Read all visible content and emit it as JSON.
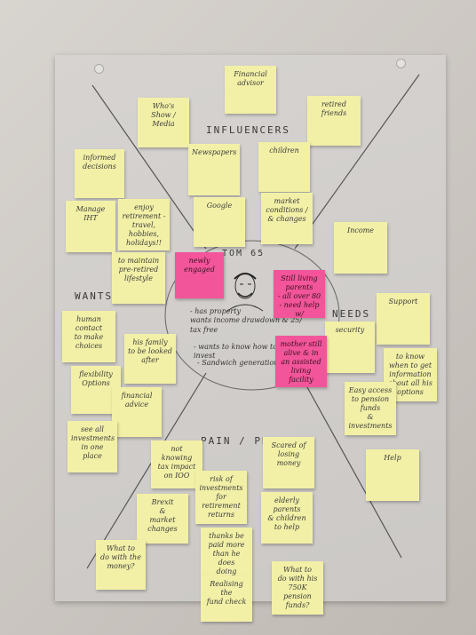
{
  "sections": {
    "influencers": "INFLUENCERS",
    "wants": "WANTS",
    "needs": "NEEDS",
    "pain": "PAIN / PROBLEM",
    "persona_age": "TOM 65"
  },
  "persona": {
    "line1": "- has property\n  wants income drawdown & 25/\n  tax free",
    "line2": "- wants to know how to\n  invest",
    "line3": "- Sandwich generation"
  },
  "notes": {
    "financial_advisor": "Financial\nadvisor",
    "whos_show": "Who's\nShow /\nMedia",
    "retired_friends": "retired\nfriends",
    "informed_decisions": "informed\ndecisions",
    "newspapers": "Newspapers",
    "children": "children",
    "manage_iht": "Manage\nIHT",
    "enjoy_retirement": "enjoy\nretirement -\ntravel, hobbies,\nholidays!!",
    "google": "Google",
    "market_conditions": "market\nconditions /\n& changes",
    "income": "Income",
    "maintain_lifestyle": "to maintain\npre-retired\nlifestyle",
    "newly_engaged": "newly engaged",
    "still_living_parents": "Still living\nparents\n- all over 80\n- need help w/\nproperty",
    "support": "Support",
    "human_contact": "human\ncontact\nto make\nchoices",
    "family_looked_after": "his family\nto be looked\nafter",
    "security": "security",
    "mother_alive": "mother still\nalive & in\nan assisted\nliving facility",
    "when_to_get_info": "to know\nwhen to get\ninformation\nabout all his\noptions",
    "flexibility": "flexibility\nOptions",
    "financial_advice": "financial\nadvice",
    "easy_access": "Easy access\nto pension\nfunds\n& investments",
    "see_all_investments": "see all\ninvestments\nin one\nplace",
    "not_knowing": "not knowing\ntax impact\non IOO",
    "scared_losing": "Scared of\nlosing\nmoney",
    "help": "Help",
    "risk_investments": "risk of\ninvestments\nfor retirement\nreturns",
    "brexit": "Brexit\n&\nmarket\nchanges",
    "elderly_parents": "elderly\nparents\n& children\nto help",
    "what_to_do_money": "What to\ndo with the\nmoney?",
    "thanks_be_paid": "thanks be\npaid more\nthan he does\ndoing nothing",
    "realising_fund": "Realising the\nfund check",
    "what_to_do_750k": "What to\ndo with his\n750K pension\nfunds?"
  }
}
